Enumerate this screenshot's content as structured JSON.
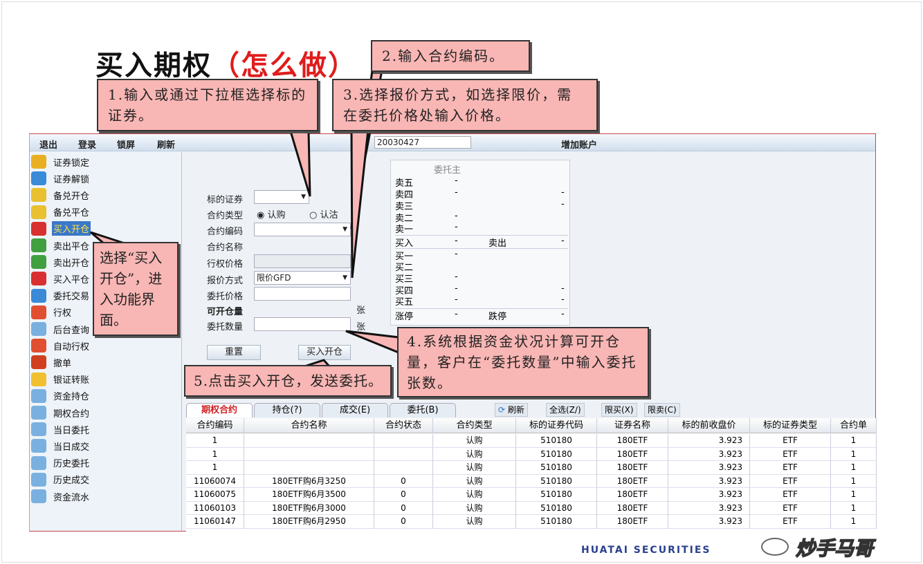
{
  "slide": {
    "title": "买入期权",
    "title_highlight": "（怎么做）",
    "accent": "#e01c1c"
  },
  "menubar": {
    "items": [
      "退出",
      "登录",
      "锁屏",
      "刷新"
    ],
    "account": "20030427",
    "account_label": "增加账户"
  },
  "sidebar": {
    "items": [
      "证券锁定",
      "证券解锁",
      "备兑开仓",
      "备兑平仓",
      "买入开仓",
      "卖出平仓",
      "卖出开仓",
      "买入平仓",
      "委托交易",
      "行权",
      "后台查询",
      "自动行权",
      "撤单",
      "银证转账",
      "资金持仓",
      "期权合约",
      "当日委托",
      "当日成交",
      "历史委托",
      "历史成交",
      "资金流水"
    ],
    "selected": "买入开仓"
  },
  "form": {
    "underlying_label": "标的证券",
    "underlying_value": "",
    "type_label": "合约类型",
    "type_call": "认购",
    "type_put": "认沽",
    "type_selected": "认购",
    "code_label": "合约编码",
    "code_value": "",
    "name_label": "合约名称",
    "strike_label": "行权价格",
    "pricing_label": "报价方式",
    "pricing_value": "限价GFD",
    "price_label": "委托价格",
    "available_label": "可开仓量",
    "available_unit": "张",
    "qty_label": "委托数量",
    "qty_unit": "张",
    "reset": "重置",
    "submit": "买入开仓"
  },
  "quote": {
    "tab": "委托主",
    "rows": [
      [
        "卖五",
        "-",
        "",
        ""
      ],
      [
        "卖四",
        "-",
        "",
        "-"
      ],
      [
        "卖三",
        "",
        "",
        "-"
      ],
      [
        "卖二",
        "-",
        "",
        ""
      ],
      [
        "卖一",
        "-",
        "",
        ""
      ],
      [
        "买入",
        "-",
        "卖出",
        "-"
      ],
      [
        "买一",
        "-",
        "",
        ""
      ],
      [
        "买二",
        "",
        "",
        ""
      ],
      [
        "买三",
        "-",
        "",
        ""
      ],
      [
        "买四",
        "-",
        "",
        "-"
      ],
      [
        "买五",
        "-",
        "",
        "-"
      ],
      [
        "涨停",
        "-",
        "跌停",
        "-"
      ]
    ]
  },
  "bottom_tabs": [
    "期权合约",
    "持仓(?)",
    "成交(E)",
    "委托(B)"
  ],
  "bottom_buttons": [
    "刷新",
    "全选(Z/)",
    "限买(X)",
    "限卖(C)"
  ],
  "table": {
    "headers": [
      "合约编码",
      "合约名称",
      "合约状态",
      "合约类型",
      "标的证券代码",
      "证券名称",
      "标的前收盘价",
      "标的证券类型",
      "合约单"
    ],
    "rows": [
      [
        "1",
        "",
        "",
        "认购",
        "510180",
        "180ETF",
        "3.923",
        "ETF",
        "1"
      ],
      [
        "1",
        "",
        "",
        "认购",
        "510180",
        "180ETF",
        "3.923",
        "ETF",
        "1"
      ],
      [
        "1",
        "",
        "",
        "认购",
        "510180",
        "180ETF",
        "3.923",
        "ETF",
        "1"
      ],
      [
        "11060074",
        "180ETF购6月3250",
        "0",
        "认购",
        "510180",
        "180ETF",
        "3.923",
        "ETF",
        "1"
      ],
      [
        "11060075",
        "180ETF购6月3500",
        "0",
        "认购",
        "510180",
        "180ETF",
        "3.923",
        "ETF",
        "1"
      ],
      [
        "11060103",
        "180ETF购6月3000",
        "0",
        "认购",
        "510180",
        "180ETF",
        "3.923",
        "ETF",
        "1"
      ],
      [
        "11060147",
        "180ETF购6月2950",
        "0",
        "认购",
        "510180",
        "180ETF",
        "3.923",
        "ETF",
        "1"
      ]
    ]
  },
  "callouts": {
    "c0": "选择“买入开仓”，进入功能界面。",
    "c1": "1.输入或通过下拉框选择标的证券。",
    "c2": "2.输入合约编码。",
    "c3": "3.选择报价方式，如选择限价，需在委托价格处输入价格。",
    "c4": "4.系统根据资金状况计算可开仓量，客户在“委托数量”中输入委托张数。",
    "c5": "5.点击买入开仓，发送委托。"
  },
  "watermark": "炒手马哥",
  "brand": "HUATAI SECURITIES"
}
